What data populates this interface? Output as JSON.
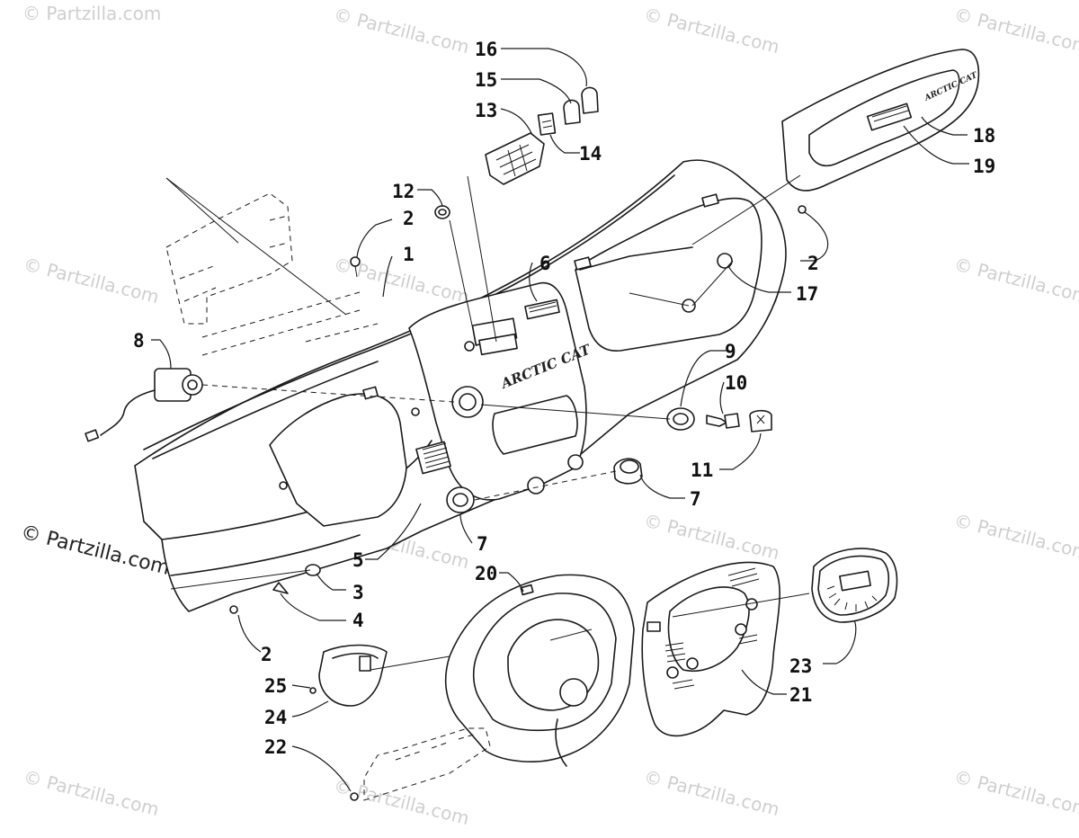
{
  "watermark": {
    "text": "© Partzilla.com",
    "prominent_text": "© Partzilla.com"
  },
  "part_labels": {
    "p1": "1",
    "p2a": "2",
    "p2b": "2",
    "p2c": "2",
    "p3": "3",
    "p4": "4",
    "p5": "5",
    "p6": "6",
    "p7a": "7",
    "p7b": "7",
    "p8": "8",
    "p9": "9",
    "p10": "10",
    "p11": "11",
    "p12": "12",
    "p13": "13",
    "p14": "14",
    "p15": "15",
    "p16": "16",
    "p17": "17",
    "p18": "18",
    "p19": "19",
    "p20": "20",
    "p21": "21",
    "p22": "22",
    "p23": "23",
    "p24": "24",
    "p25": "25"
  },
  "logos": {
    "dash_logo": "ARCTIC CAT",
    "panel_logo": "ARCTIC CAT"
  }
}
